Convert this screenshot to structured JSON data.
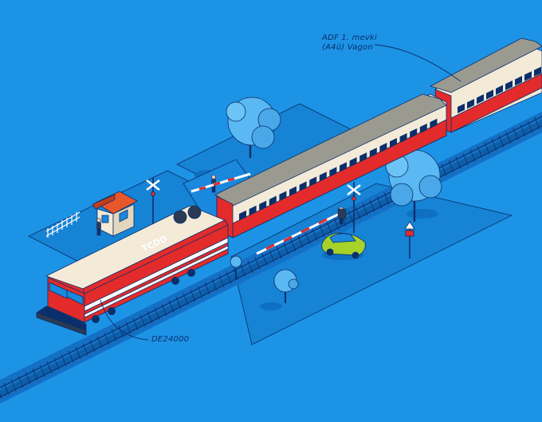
{
  "annotations": {
    "wagon_line1": "ADF 1. mevki",
    "wagon_line2": "(A4ü) Vagon",
    "locomotive": "DE24000",
    "loco_logo": "TCDD"
  },
  "colors": {
    "background": "#1d93e6",
    "ground_plate": "#1683d4",
    "outline": "#0b2f6b",
    "train_red": "#e32b2b",
    "wagon_cream": "#f3ead8",
    "roof_grey": "#9a9a90",
    "tree_blue": "#5ab8f2",
    "car_green": "#a6d22a"
  },
  "icons": [
    "tree-icon",
    "railway-crossing-sign-icon",
    "traffic-sign-icon",
    "car-icon",
    "person-icon",
    "guard-house-icon"
  ]
}
